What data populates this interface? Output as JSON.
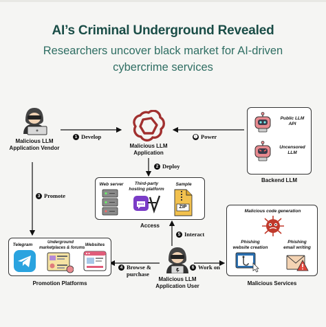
{
  "header": {
    "title": "AI’s Criminal Underground Revealed",
    "subtitle_line1": "Researchers uncover black market for AI-driven",
    "subtitle_line2": "cybercrime services"
  },
  "nodes": {
    "vendor": "Malicious LLM\nApplication Vendor",
    "application": "Malicious LLM\nApplication",
    "backend": "Backend LLM",
    "public_api": "Public LLM\nAPI",
    "uncensored": "Uncensored\nLLM",
    "access": "Access",
    "web_server": "Web server",
    "third_party": "Third-party\nhosting platform",
    "sample": "Sample",
    "zip": "ZIP",
    "promotion": "Promotion Platforms",
    "telegram": "Telegram",
    "marketplaces": "Underground\nmarketplaces & forums",
    "websites": "Websites",
    "user": "Malicious LLM\nApplication User",
    "services": "Malicious Services",
    "code_gen": "Malicious code generation",
    "phishing_site": "Phishing\nwebsite creation",
    "phishing_email": "Phishing\nemail writing"
  },
  "steps": {
    "s1_num": "1",
    "s1": "Develop",
    "s2_num": "2",
    "s2": "Deploy",
    "s3_num": "3",
    "s3": "Promote",
    "s4_num": "4",
    "s4": "Browse &\npurchase",
    "s5_num": "5",
    "s5": "Interact",
    "s6_num": "6",
    "s6": "Work on",
    "power": "Power"
  },
  "colors": {
    "title": "#1a4d47",
    "subtitle": "#2f6e63",
    "openai_logo": "#a1302f",
    "robot": "#e88a8f",
    "telegram": "#2aa3df",
    "server": "#7a7a7a",
    "hosting": "#7a3cc7",
    "zip": "#f2c14e",
    "virus": "#c0392b"
  }
}
